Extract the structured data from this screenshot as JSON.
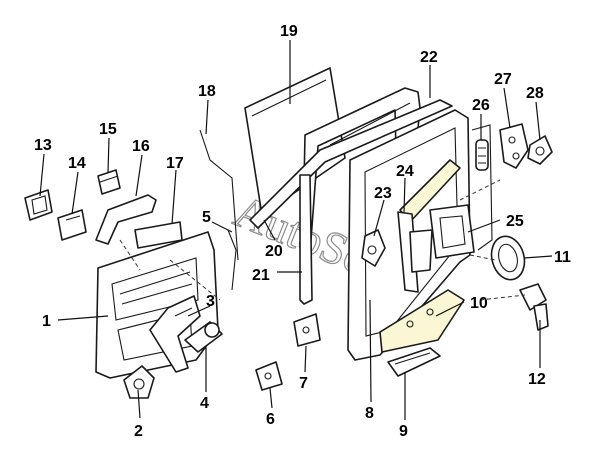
{
  "watermark": "AutoSo",
  "callouts": [
    {
      "id": "1",
      "label": "1"
    },
    {
      "id": "2",
      "label": "2"
    },
    {
      "id": "3",
      "label": "3"
    },
    {
      "id": "4",
      "label": "4"
    },
    {
      "id": "5",
      "label": "5"
    },
    {
      "id": "6",
      "label": "6"
    },
    {
      "id": "7",
      "label": "7"
    },
    {
      "id": "8",
      "label": "8"
    },
    {
      "id": "9",
      "label": "9"
    },
    {
      "id": "10",
      "label": "10"
    },
    {
      "id": "11",
      "label": "11"
    },
    {
      "id": "12",
      "label": "12"
    },
    {
      "id": "13",
      "label": "13"
    },
    {
      "id": "14",
      "label": "14"
    },
    {
      "id": "15",
      "label": "15"
    },
    {
      "id": "16",
      "label": "16"
    },
    {
      "id": "17",
      "label": "17"
    },
    {
      "id": "18",
      "label": "18"
    },
    {
      "id": "19",
      "label": "19"
    },
    {
      "id": "20",
      "label": "20"
    },
    {
      "id": "21",
      "label": "21"
    },
    {
      "id": "22",
      "label": "22"
    },
    {
      "id": "23",
      "label": "23"
    },
    {
      "id": "24",
      "label": "24"
    },
    {
      "id": "25",
      "label": "25"
    },
    {
      "id": "26",
      "label": "26"
    },
    {
      "id": "27",
      "label": "27"
    },
    {
      "id": "28",
      "label": "28"
    }
  ]
}
